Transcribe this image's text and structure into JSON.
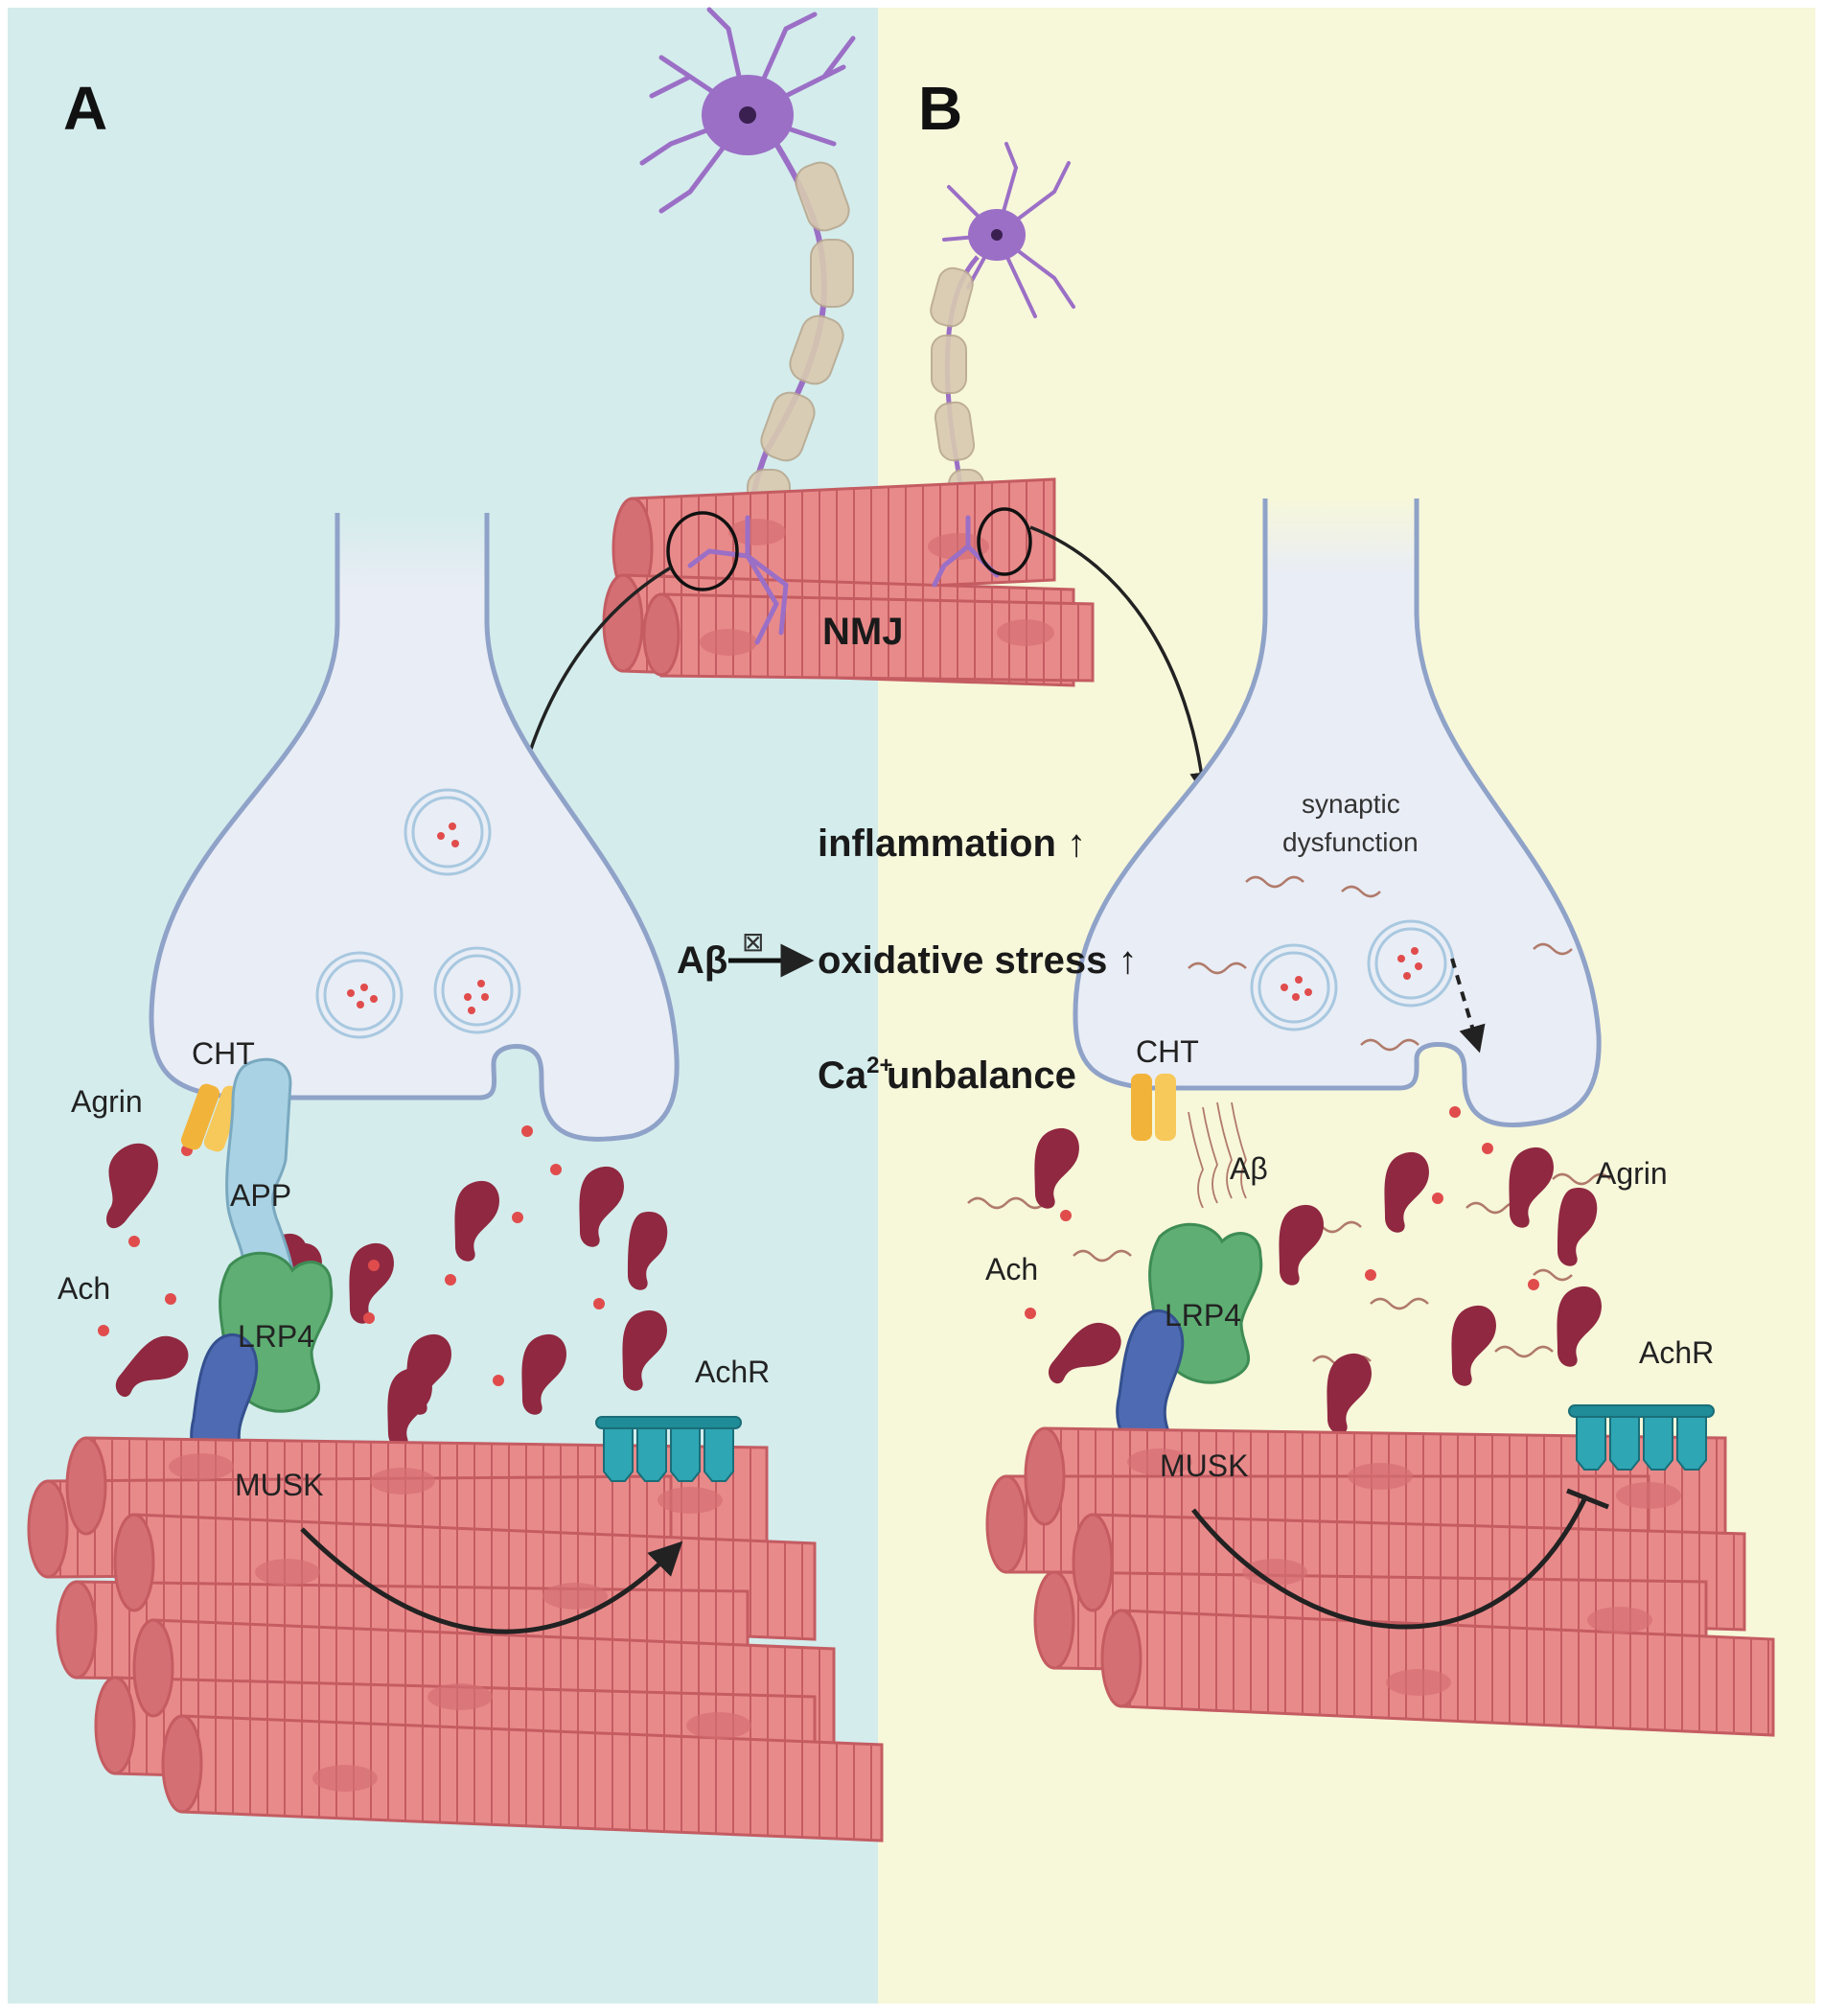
{
  "colors": {
    "panel_a_bg": "#d4ecec",
    "panel_b_bg": "#f7f7da",
    "muscle": "#e98a8a",
    "muscle_dark": "#c45c62",
    "terminal": "#e9edf5",
    "terminal_stroke": "#8fa2c8",
    "neuron": "#9b6fc6",
    "agrin": "#8f2840",
    "lrp4": "#5fae73",
    "musk": "#4e6ab2",
    "app": "#a9d3e4",
    "cht": "#f2b33a",
    "achr": "#2ea6b4",
    "abeta": "#b07a6a"
  },
  "panel_a": {
    "letter": "A",
    "labels": {
      "cht": "CHT",
      "agrin": "Agrin",
      "app": "APP",
      "ach": "Ach",
      "lrp4": "LRP4",
      "musk": "MUSK",
      "achr": "AchR"
    }
  },
  "panel_b": {
    "letter": "B",
    "labels": {
      "synaptic_line1": "synaptic",
      "synaptic_line2": "dysfunction",
      "cht": "CHT",
      "abeta": "Aβ",
      "agrin": "Agrin",
      "ach": "Ach",
      "lrp4": "LRP4",
      "musk": "MUSK",
      "achr": "AchR"
    }
  },
  "center": {
    "nmj": "NMJ",
    "abeta": "Aβ",
    "arrow_glyph": "⊠",
    "effects": [
      "inflammation ↑",
      "oxidative stress ↑",
      "unbalance"
    ],
    "ca_base": "Ca",
    "ca_sup": "2+"
  }
}
